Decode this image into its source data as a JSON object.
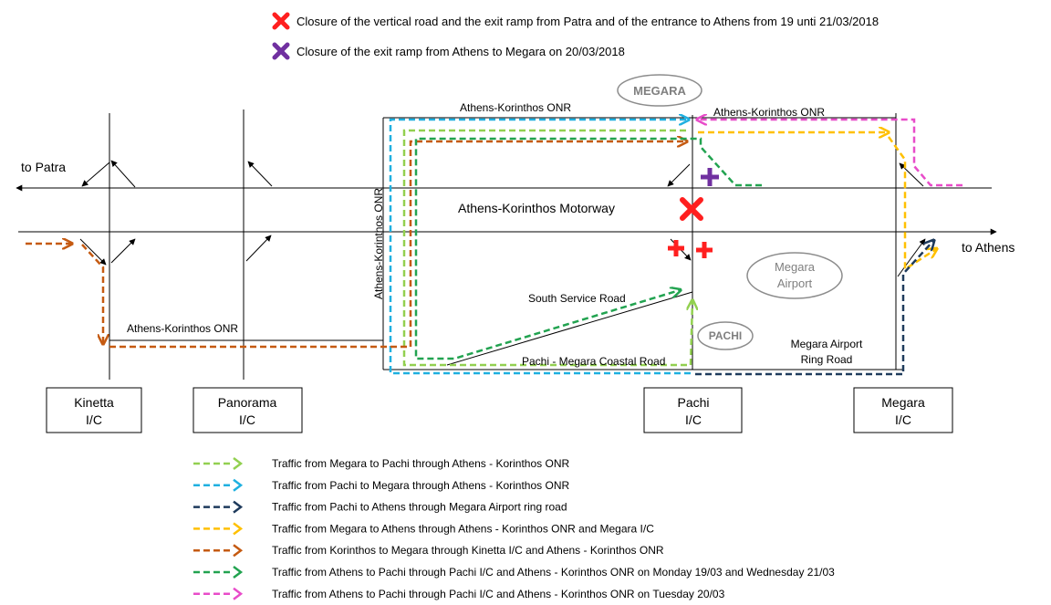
{
  "notices": [
    {
      "marker": "red-cross",
      "color": "#ff1f1f",
      "text": "Closure of the vertical road and the exit ramp from Patra and of the entrance to Athens from 19 unti 21/03/2018"
    },
    {
      "marker": "purple-cross",
      "color": "#7030a0",
      "text": "Closure of the exit ramp from Athens to Megara on 20/03/2018"
    }
  ],
  "map_labels": {
    "to_patra": "to Patra",
    "to_athens": "to Athens",
    "motorway": "Athens-Korinthos Motorway",
    "onr_top_left": "Athens-Korinthos ONR",
    "onr_top_right": "Athens-Korinthos ONR",
    "onr_vertical": "Athens-Korinthos ONR",
    "onr_bottom_left": "Athens-Korinthos ONR",
    "south_service_road": "South Service Road",
    "coastal_road": "Pachi - Megara Coastal Road",
    "ring_road_line1": "Megara Airport",
    "ring_road_line2": "Ring Road"
  },
  "places": {
    "megara": "MEGARA",
    "pachi": "PACHI",
    "airport_line1": "Megara",
    "airport_line2": "Airport"
  },
  "interchanges": [
    {
      "name": "Kinetta",
      "suffix": "I/C"
    },
    {
      "name": "Panorama",
      "suffix": "I/C"
    },
    {
      "name": "Pachi",
      "suffix": "I/C"
    },
    {
      "name": "Megara",
      "suffix": "I/C"
    }
  ],
  "legend": [
    {
      "color": "#92d050",
      "text": "Traffic from Megara to Pachi through Athens - Korinthos ONR"
    },
    {
      "color": "#1fb0e0",
      "text": "Traffic from Pachi to Megara through Athens - Korinthos ONR"
    },
    {
      "color": "#1f3b5c",
      "text": "Traffic from Pachi to Athens through Megara Airport ring road"
    },
    {
      "color": "#ffc000",
      "text": "Traffic from Megara to Athens through Athens - Korinthos ONR and Megara I/C"
    },
    {
      "color": "#c55a11",
      "text": "Traffic from Korinthos to Megara through Kinetta I/C and Athens - Korinthos ONR"
    },
    {
      "color": "#22a350",
      "text": "Traffic from Athens to Pachi through Pachi I/C and Athens - Korinthos ONR on Monday 19/03 and Wednesday 21/03"
    },
    {
      "color": "#e84cc9",
      "text": "Traffic from Athens to Pachi through Pachi I/C and Athens - Korinthos ONR on Tuesday 20/03"
    }
  ]
}
